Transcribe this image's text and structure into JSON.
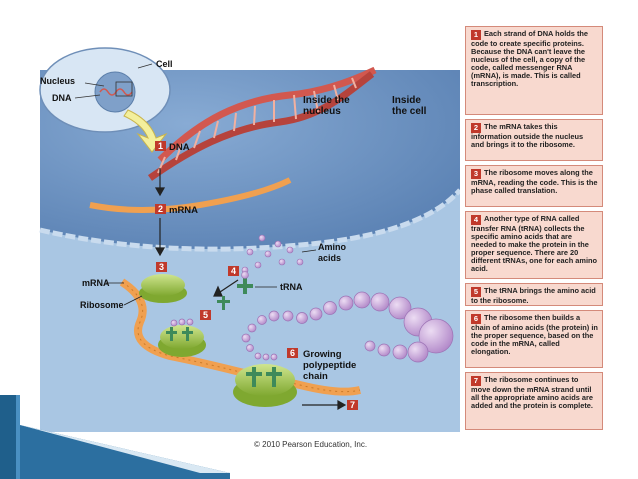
{
  "labels": {
    "cell": "Cell",
    "nucleus": "Nucleus",
    "dna_small": "DNA",
    "inside_nucleus": [
      "Inside the",
      "nucleus"
    ],
    "inside_cell": [
      "Inside",
      "the cell"
    ],
    "dna": "DNA",
    "mrna": "mRNA",
    "mrna_left": "mRNA",
    "ribosome": "Ribosome",
    "amino_acids": [
      "Amino",
      "acids"
    ],
    "trna": "tRNA",
    "growing_chain": [
      "Growing",
      "polypeptide",
      "chain"
    ]
  },
  "badges": [
    "1",
    "2",
    "3",
    "4",
    "5",
    "6",
    "7"
  ],
  "steps": [
    {
      "num": "1",
      "text": "Each strand of DNA holds the code to create specific proteins. Because the DNA can't leave the nucleus of the cell, a copy of the code, called messenger RNA (mRNA), is made. This is called transcription."
    },
    {
      "num": "2",
      "text": "The mRNA takes this information outside the nucleus and brings it to the ribosome."
    },
    {
      "num": "3",
      "text": "The ribosome moves along the mRNA, reading the code. This is the phase called translation."
    },
    {
      "num": "4",
      "text": "Another type of RNA called transfer RNA (tRNA) collects the specific amino acids that are needed to make the protein in the proper sequence. There are 20 different tRNAs, one for each amino acid."
    },
    {
      "num": "5",
      "text": "The tRNA brings the amino acid to the ribosome."
    },
    {
      "num": "6",
      "text": "The ribosome then builds a chain of amino acids (the protein) in the proper sequence, based on the code in the mRNA, called elongation."
    },
    {
      "num": "7",
      "text": "The ribosome continues to move down the mRNA strand until all the appropriate amino acids are added and the protein is complete."
    }
  ],
  "copyright": "© 2010 Pearson Education, Inc.",
  "colors": {
    "step_badge": "#c0392b",
    "step_box": "#f8d9cf",
    "cell_background": "#a9c6e3",
    "nucleus_fill": "#6f95c2",
    "ribosome": "#a6cc4f",
    "amino_acid": "#c9a4d8",
    "trna": "#3e8a5a",
    "mrna_strand": "#f0a050",
    "dna_strand": "#d2584f"
  }
}
